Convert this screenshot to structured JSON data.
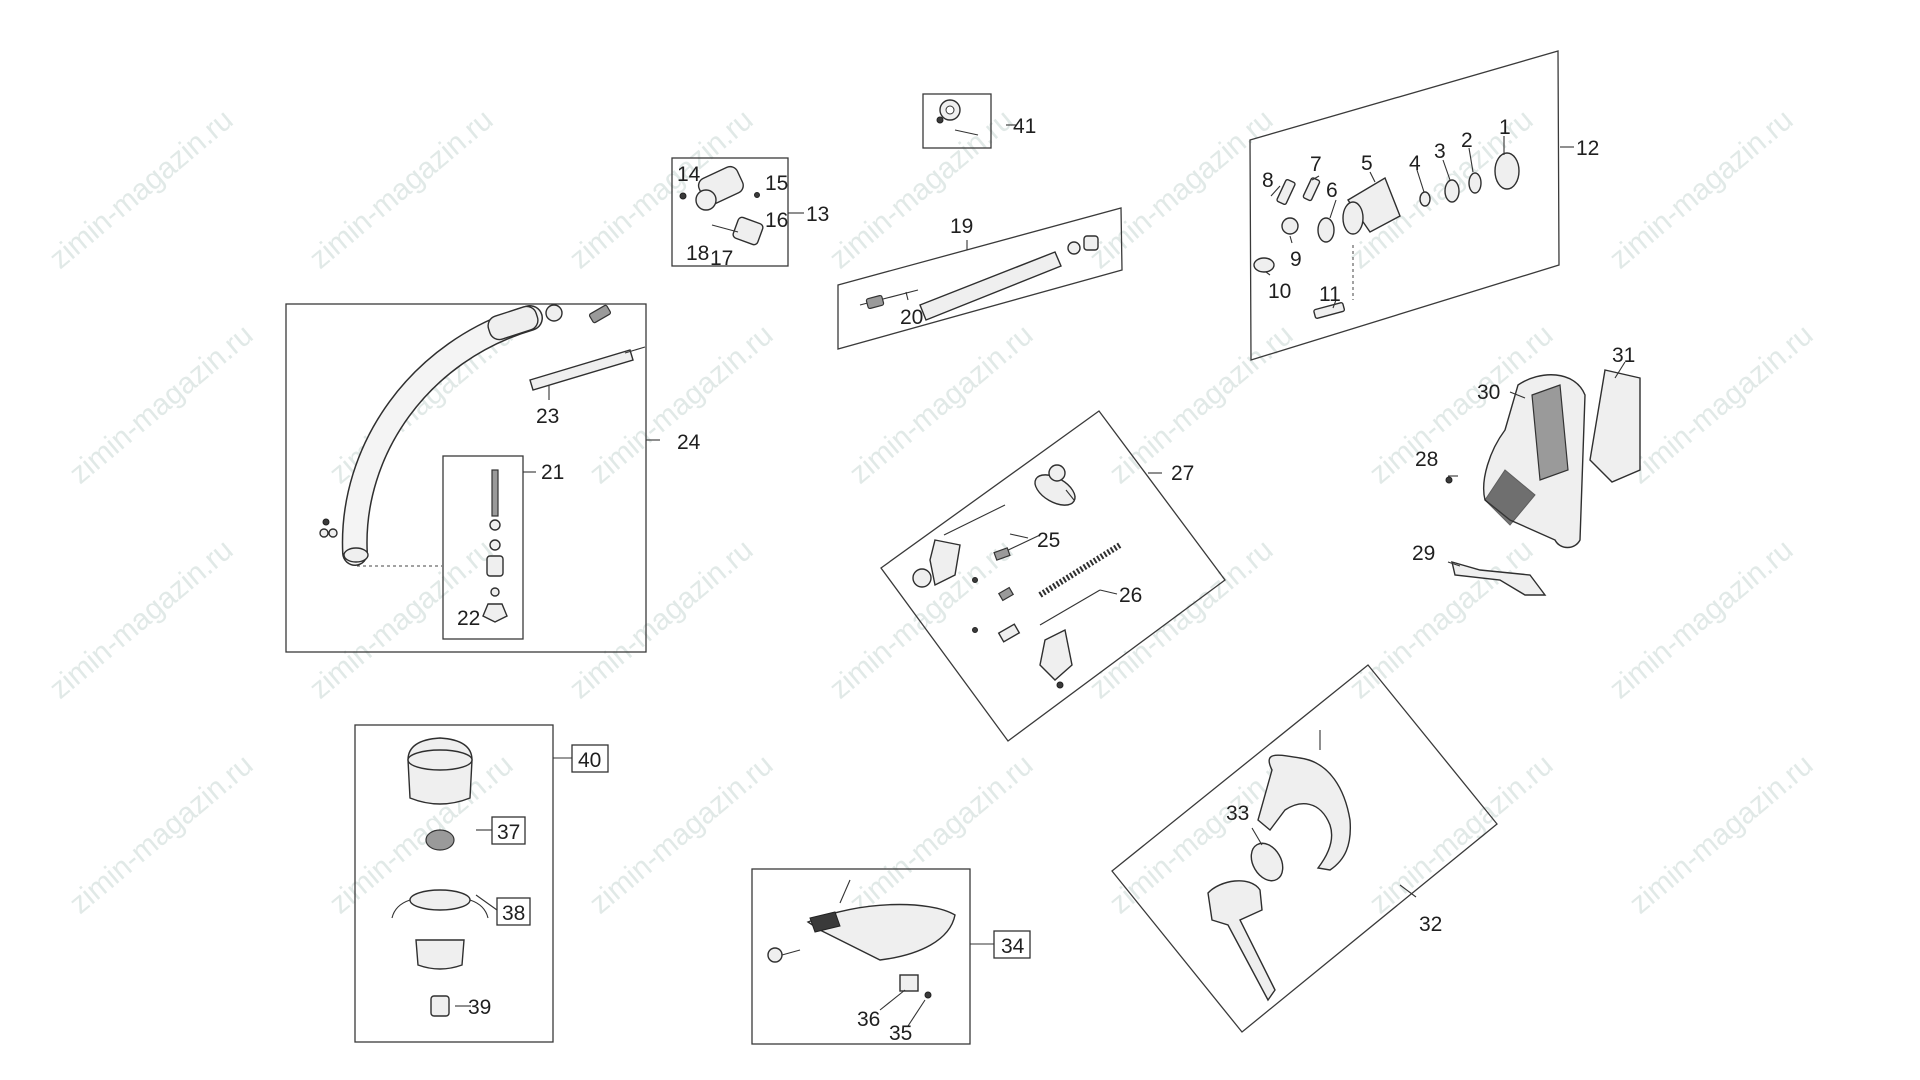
{
  "watermark": {
    "text": "zimin-magazin.ru"
  },
  "callouts": [
    {
      "id": "c1",
      "text": "1"
    },
    {
      "id": "c2",
      "text": "2"
    },
    {
      "id": "c3",
      "text": "3"
    },
    {
      "id": "c4",
      "text": "4"
    },
    {
      "id": "c5",
      "text": "5"
    },
    {
      "id": "c6",
      "text": "6"
    },
    {
      "id": "c7",
      "text": "7"
    },
    {
      "id": "c8",
      "text": "8"
    },
    {
      "id": "c9",
      "text": "9"
    },
    {
      "id": "c10",
      "text": "10"
    },
    {
      "id": "c11",
      "text": "11"
    },
    {
      "id": "c12",
      "text": "12"
    },
    {
      "id": "c13",
      "text": "13"
    },
    {
      "id": "c14",
      "text": "14"
    },
    {
      "id": "c15",
      "text": "15"
    },
    {
      "id": "c16",
      "text": "16"
    },
    {
      "id": "c17",
      "text": "17"
    },
    {
      "id": "c18",
      "text": "18"
    },
    {
      "id": "c19",
      "text": "19"
    },
    {
      "id": "c20",
      "text": "20"
    },
    {
      "id": "c21",
      "text": "21"
    },
    {
      "id": "c22",
      "text": "22"
    },
    {
      "id": "c23",
      "text": "23"
    },
    {
      "id": "c24",
      "text": "24"
    },
    {
      "id": "c25",
      "text": "25"
    },
    {
      "id": "c26",
      "text": "26"
    },
    {
      "id": "c27",
      "text": "27"
    },
    {
      "id": "c28",
      "text": "28"
    },
    {
      "id": "c29",
      "text": "29"
    },
    {
      "id": "c30",
      "text": "30"
    },
    {
      "id": "c31",
      "text": "31"
    },
    {
      "id": "c32",
      "text": "32"
    },
    {
      "id": "c33",
      "text": "33"
    },
    {
      "id": "c34",
      "text": "34"
    },
    {
      "id": "c35",
      "text": "35"
    },
    {
      "id": "c36",
      "text": "36"
    },
    {
      "id": "c37",
      "text": "37"
    },
    {
      "id": "c38",
      "text": "38"
    },
    {
      "id": "c39",
      "text": "39"
    },
    {
      "id": "c40",
      "text": "40"
    },
    {
      "id": "c41",
      "text": "41"
    }
  ]
}
